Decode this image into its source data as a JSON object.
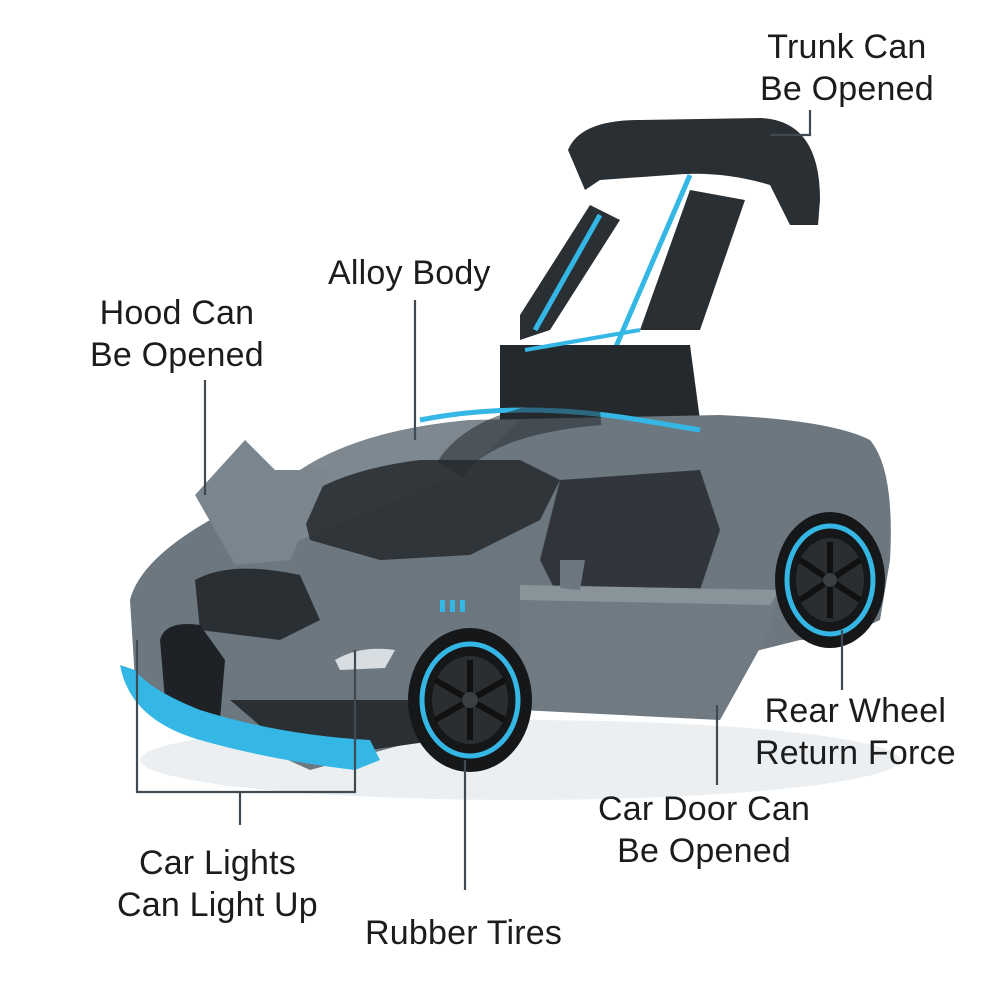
{
  "labels": {
    "trunk": [
      "Trunk Can",
      "Be Opened"
    ],
    "alloy_body": "Alloy Body",
    "hood": [
      "Hood Can",
      "Be Opened"
    ],
    "rear_wheel": [
      "Rear Wheel",
      "Return Force"
    ],
    "car_door": [
      "Car Door Can",
      "Be Opened"
    ],
    "car_lights": [
      "Car Lights",
      "Can Light Up"
    ],
    "rubber_tires": "Rubber Tires"
  },
  "colors": {
    "body": "#6c7780",
    "accent": "#35b7e6",
    "trim": "#1e2226",
    "text": "#1c1c1c"
  }
}
